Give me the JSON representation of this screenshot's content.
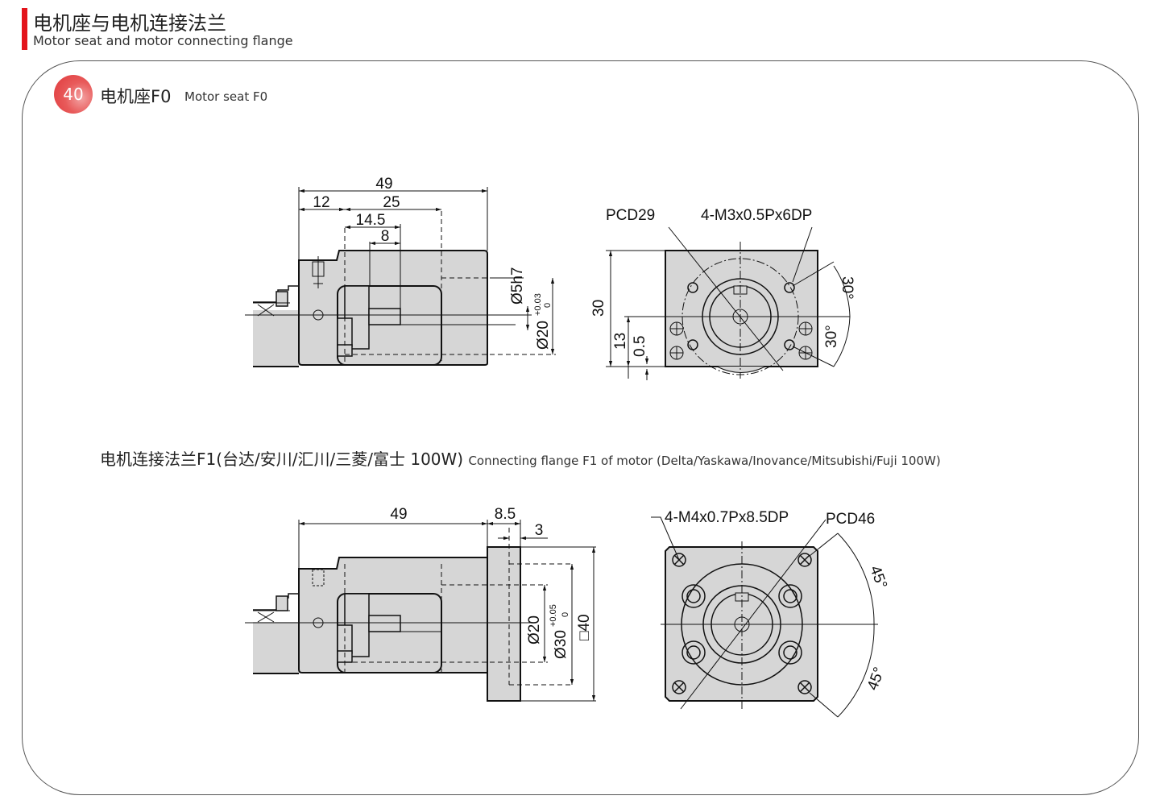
{
  "header": {
    "title_cn": "电机座与电机连接法兰",
    "title_en": "Motor seat and motor connecting flange"
  },
  "section1": {
    "badge": "40",
    "title_cn": "电机座F0",
    "title_en": "Motor seat F0",
    "side_dims": {
      "overall": "49",
      "d12": "12",
      "d25": "25",
      "d14_5": "14.5",
      "d8": "8",
      "shaft": "Ø5h7",
      "bore": "Ø20",
      "bore_tol_upper": "+0.03",
      "bore_tol_lower": "0"
    },
    "front_dims": {
      "pcd": "PCD29",
      "thread": "4-M3x0.5Px6DP",
      "height": "30",
      "center_height": "13",
      "offset": "0.5",
      "angle1": "30°",
      "angle2": "30°"
    }
  },
  "section2": {
    "title_cn": "电机连接法兰F1(台达/安川/汇川/三菱/富士   100W)",
    "title_en": "Connecting flange F1 of motor  (Delta/Yaskawa/Inovance/Mitsubishi/Fuji 100W)",
    "side_dims": {
      "overall": "49",
      "flange": "8.5",
      "pilot": "3",
      "bore": "Ø20",
      "pilot_dia": "Ø30",
      "pilot_tol_upper": "+0.05",
      "pilot_tol_lower": "0",
      "square": "□40"
    },
    "front_dims": {
      "thread": "4-M4x0.7Px8.5DP",
      "pcd": "PCD46",
      "angle1": "45°",
      "angle2": "45°"
    }
  },
  "colors": {
    "accent": "#e3141b",
    "part_fill": "#d6d6d6",
    "line": "#111111"
  }
}
